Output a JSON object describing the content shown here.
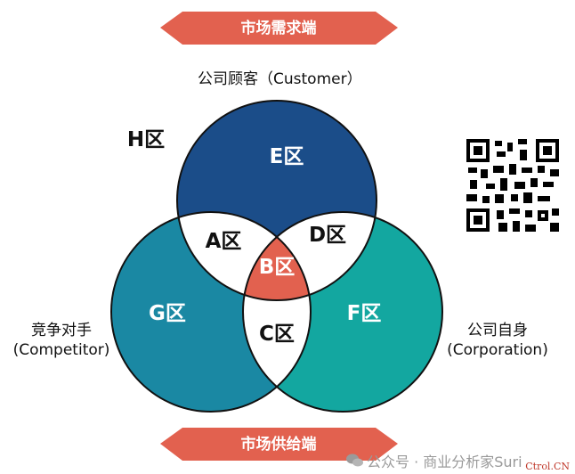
{
  "top_banner": {
    "label": "市场需求端",
    "color": "#e2614f"
  },
  "bottom_banner": {
    "label": "市场供给端",
    "color": "#e2614f"
  },
  "labels": {
    "customer": "公司顾客（Customer）",
    "competitor_cn": "竞争对手",
    "competitor_en": "(Competitor)",
    "corporation_cn": "公司自身",
    "corporation_en": "(Corporation)",
    "outside_zone": "H区"
  },
  "zones": {
    "a": "A区",
    "b": "B区",
    "c": "C区",
    "d": "D区",
    "e": "E区",
    "f": "F区",
    "g": "G区"
  },
  "colors": {
    "customer_circle": "#1b4d89",
    "competitor_circle": "#1a88a3",
    "corporation_circle": "#13a7a0",
    "center": "#e2614f",
    "overlap": "#ffffff"
  },
  "watermark": "公众号 · 商业分析家Suri",
  "corner_mark": "Ctrol.CN"
}
